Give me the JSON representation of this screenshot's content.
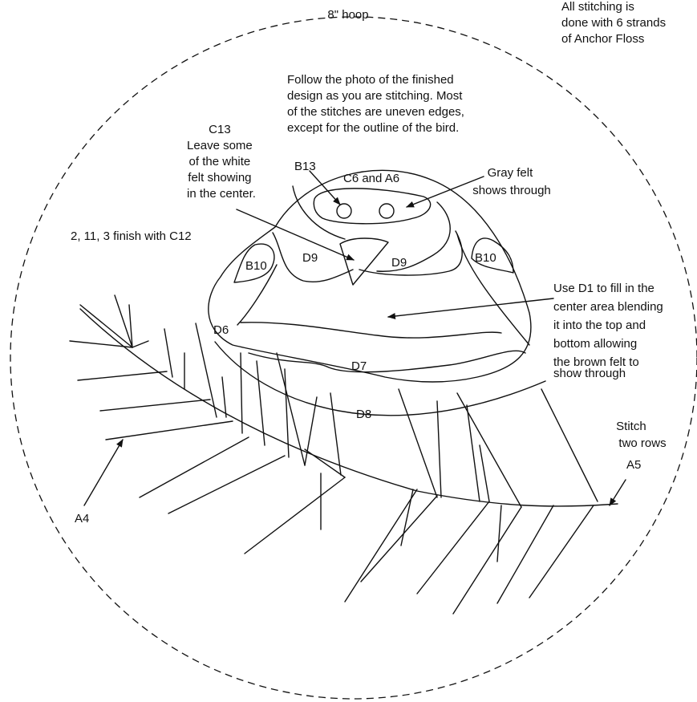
{
  "hoop_label": "8\" hoop",
  "notes": {
    "anchor_floss": [
      "All stitching is",
      "done with 6 strands",
      "of Anchor Floss"
    ],
    "follow_photo": [
      "Follow the photo of the finished",
      "design as you are stitching.  Most",
      "of the stitches are uneven edges,",
      "except for the outline of the bird."
    ],
    "c13": [
      "C13",
      "Leave some",
      "of the white",
      "felt showing",
      "in the center."
    ],
    "gray_felt": [
      "Gray felt",
      "shows through"
    ],
    "finish": "2, 11, 3  finish with C12",
    "d1": [
      "Use D1 to fill in the",
      "center area blending",
      "it into the top and",
      "bottom allowing",
      "the brown felt to",
      "show through"
    ],
    "stitch_rows": [
      "Stitch",
      "two rows"
    ]
  },
  "region_labels": {
    "b13": "B13",
    "c6_a6": "C6 and A6",
    "b10_left": "B10",
    "b10_right": "B10",
    "d9_left": "D9",
    "d9_right": "D9",
    "d6": "D6",
    "d7": "D7",
    "d8": "D8",
    "a4": "A4",
    "a5": "A5"
  },
  "colors": {
    "ink": "#111111",
    "background": "#ffffff"
  }
}
